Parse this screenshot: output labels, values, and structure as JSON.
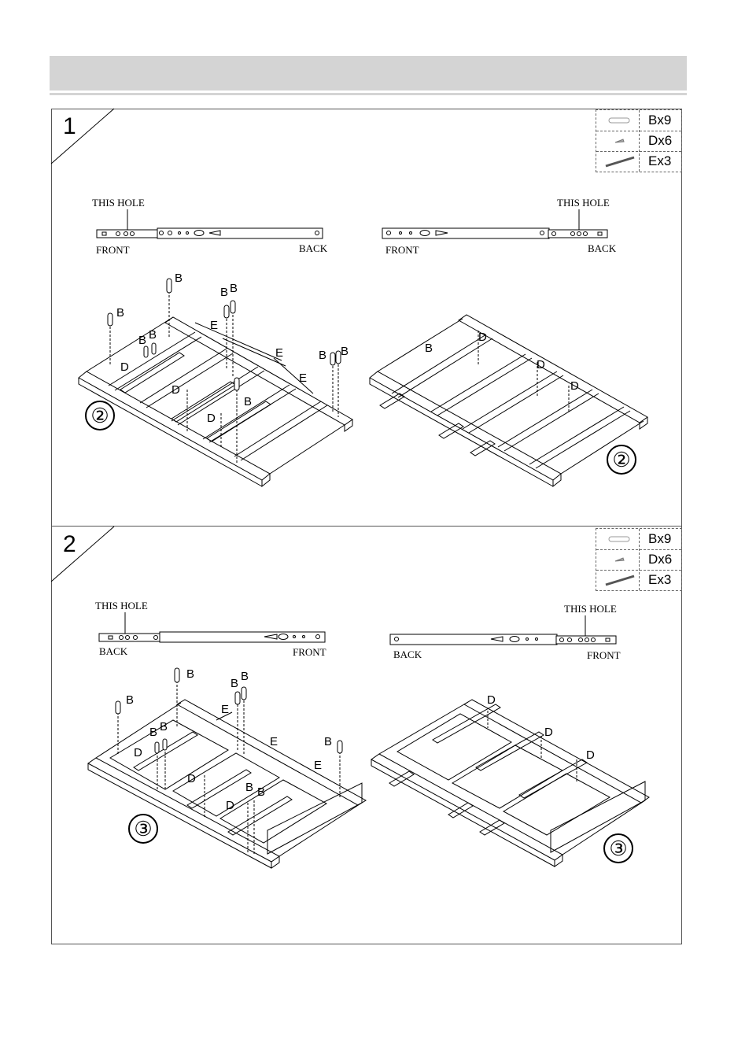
{
  "steps": [
    {
      "number": "1",
      "parts": [
        {
          "label": "Bx9",
          "icon": "dowel-icon"
        },
        {
          "label": "Dx6",
          "icon": "screw-icon"
        },
        {
          "label": "Ex3",
          "icon": "rail-icon"
        }
      ],
      "rail_left": {
        "this_hole": "THIS HOLE",
        "end_a": "FRONT",
        "end_b": "BACK"
      },
      "rail_right": {
        "this_hole": "THIS HOLE",
        "end_a": "FRONT",
        "end_b": "BACK"
      },
      "panel_left_number": "②",
      "panel_right_number": "②",
      "left_letters": [
        "B",
        "B",
        "B",
        "B",
        "B",
        "B",
        "E",
        "E",
        "E",
        "B",
        "B",
        "D",
        "D",
        "D",
        "B"
      ],
      "right_letters": [
        "B",
        "D",
        "D",
        "D"
      ]
    },
    {
      "number": "2",
      "parts": [
        {
          "label": "Bx9",
          "icon": "dowel-icon"
        },
        {
          "label": "Dx6",
          "icon": "screw-icon"
        },
        {
          "label": "Ex3",
          "icon": "rail-icon"
        }
      ],
      "rail_left": {
        "this_hole": "THIS HOLE",
        "end_a": "BACK",
        "end_b": "FRONT"
      },
      "rail_right": {
        "this_hole": "THIS HOLE",
        "end_a": "BACK",
        "end_b": "FRONT"
      },
      "panel_left_number": "③",
      "panel_right_number": "③",
      "left_letters": [
        "B",
        "B",
        "B",
        "B",
        "B",
        "E",
        "B",
        "B",
        "E",
        "B",
        "E",
        "D",
        "D",
        "D",
        "B",
        "B"
      ],
      "right_letters": [
        "D",
        "D",
        "D"
      ]
    }
  ]
}
